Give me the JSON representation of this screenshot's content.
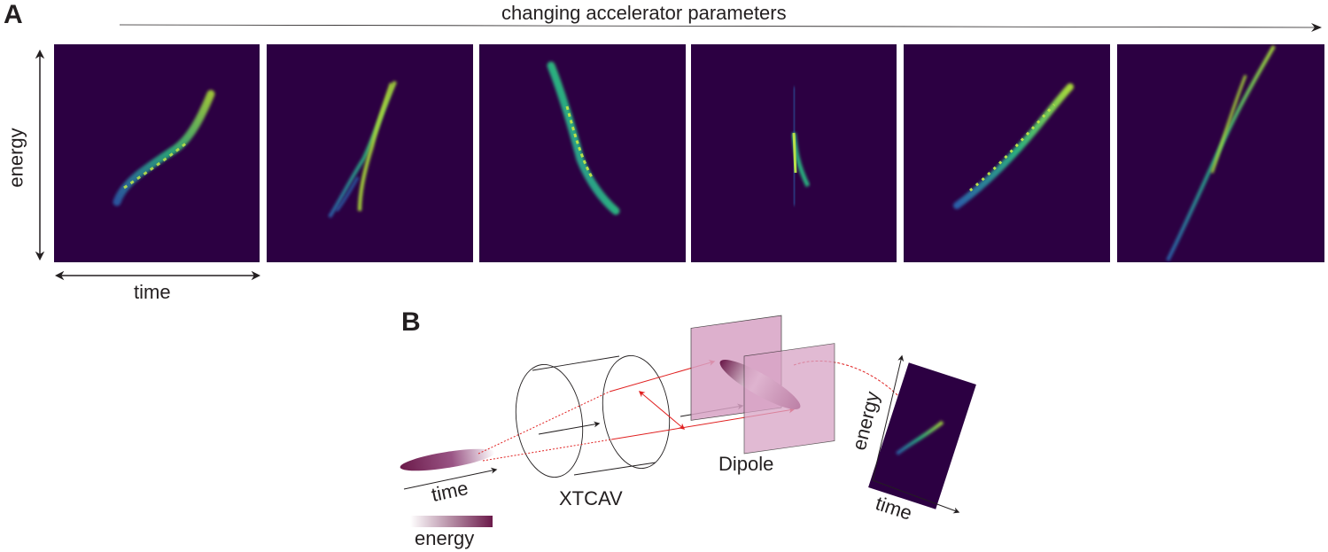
{
  "panel_a": {
    "letter": "A",
    "top_label": "changing accelerator parameters",
    "y_axis_label": "energy",
    "x_axis_label": "time",
    "image_count": 6,
    "background_color": "#2c0042"
  },
  "panel_b": {
    "letter": "B",
    "cavity_label": "XTCAV",
    "dipole_label": "Dipole",
    "bunch_time_label": "time",
    "colorbar_label": "energy",
    "screen_energy_label": "energy",
    "screen_time_label": "time"
  },
  "colors": {
    "image_bg": "#2c0042",
    "dipole_plate": "#d8a3c5",
    "bunch": "#6b1a4a",
    "ray": "#e02020",
    "text": "#231f20"
  }
}
